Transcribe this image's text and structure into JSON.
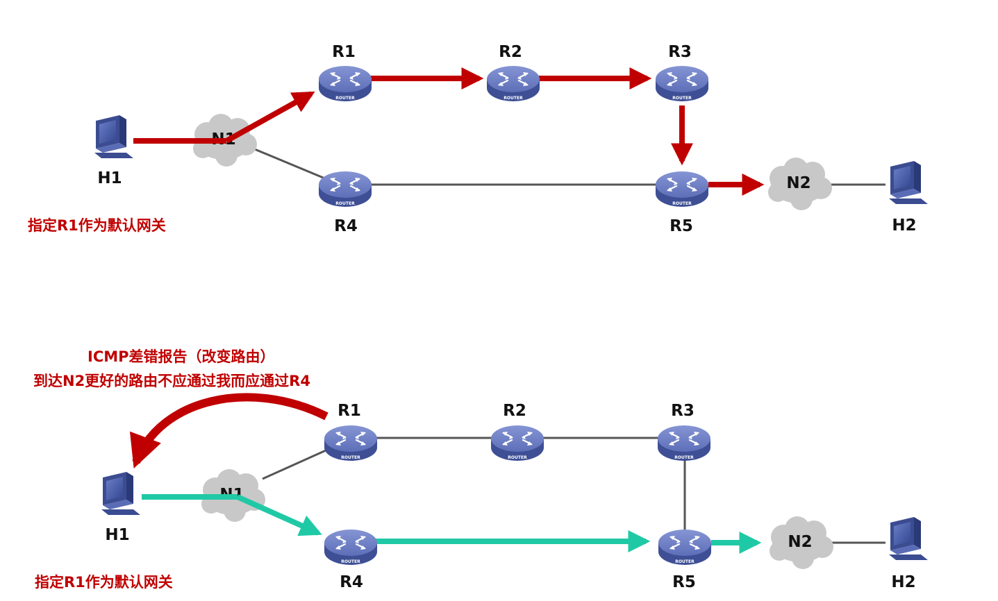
{
  "colors": {
    "red_path": "#c00000",
    "green_path": "#20c9a6",
    "thin_link": "#555555",
    "note_red": "#c00000",
    "cloud": "#c8c8c8",
    "router_top": "#6f80c4",
    "router_side": "#3e4f95",
    "host_screen": "#4a5fa8"
  },
  "top": {
    "nodes": {
      "h1": "H1",
      "h2": "H2",
      "r1": "R1",
      "r2": "R2",
      "r3": "R3",
      "r4": "R4",
      "r5": "R5",
      "n1": "N1",
      "n2": "N2"
    },
    "router_tag": "ROUTER",
    "note": "指定R1作为默认网关"
  },
  "bottom": {
    "nodes": {
      "h1": "H1",
      "h2": "H2",
      "r1": "R1",
      "r2": "R2",
      "r3": "R3",
      "r4": "R4",
      "r5": "R5",
      "n1": "N1",
      "n2": "N2"
    },
    "router_tag": "ROUTER",
    "note": "指定R1作为默认网关",
    "icmp_title": "ICMP差错报告（改变路由）",
    "icmp_detail": "到达N2更好的路由不应通过我而应通过R4"
  }
}
